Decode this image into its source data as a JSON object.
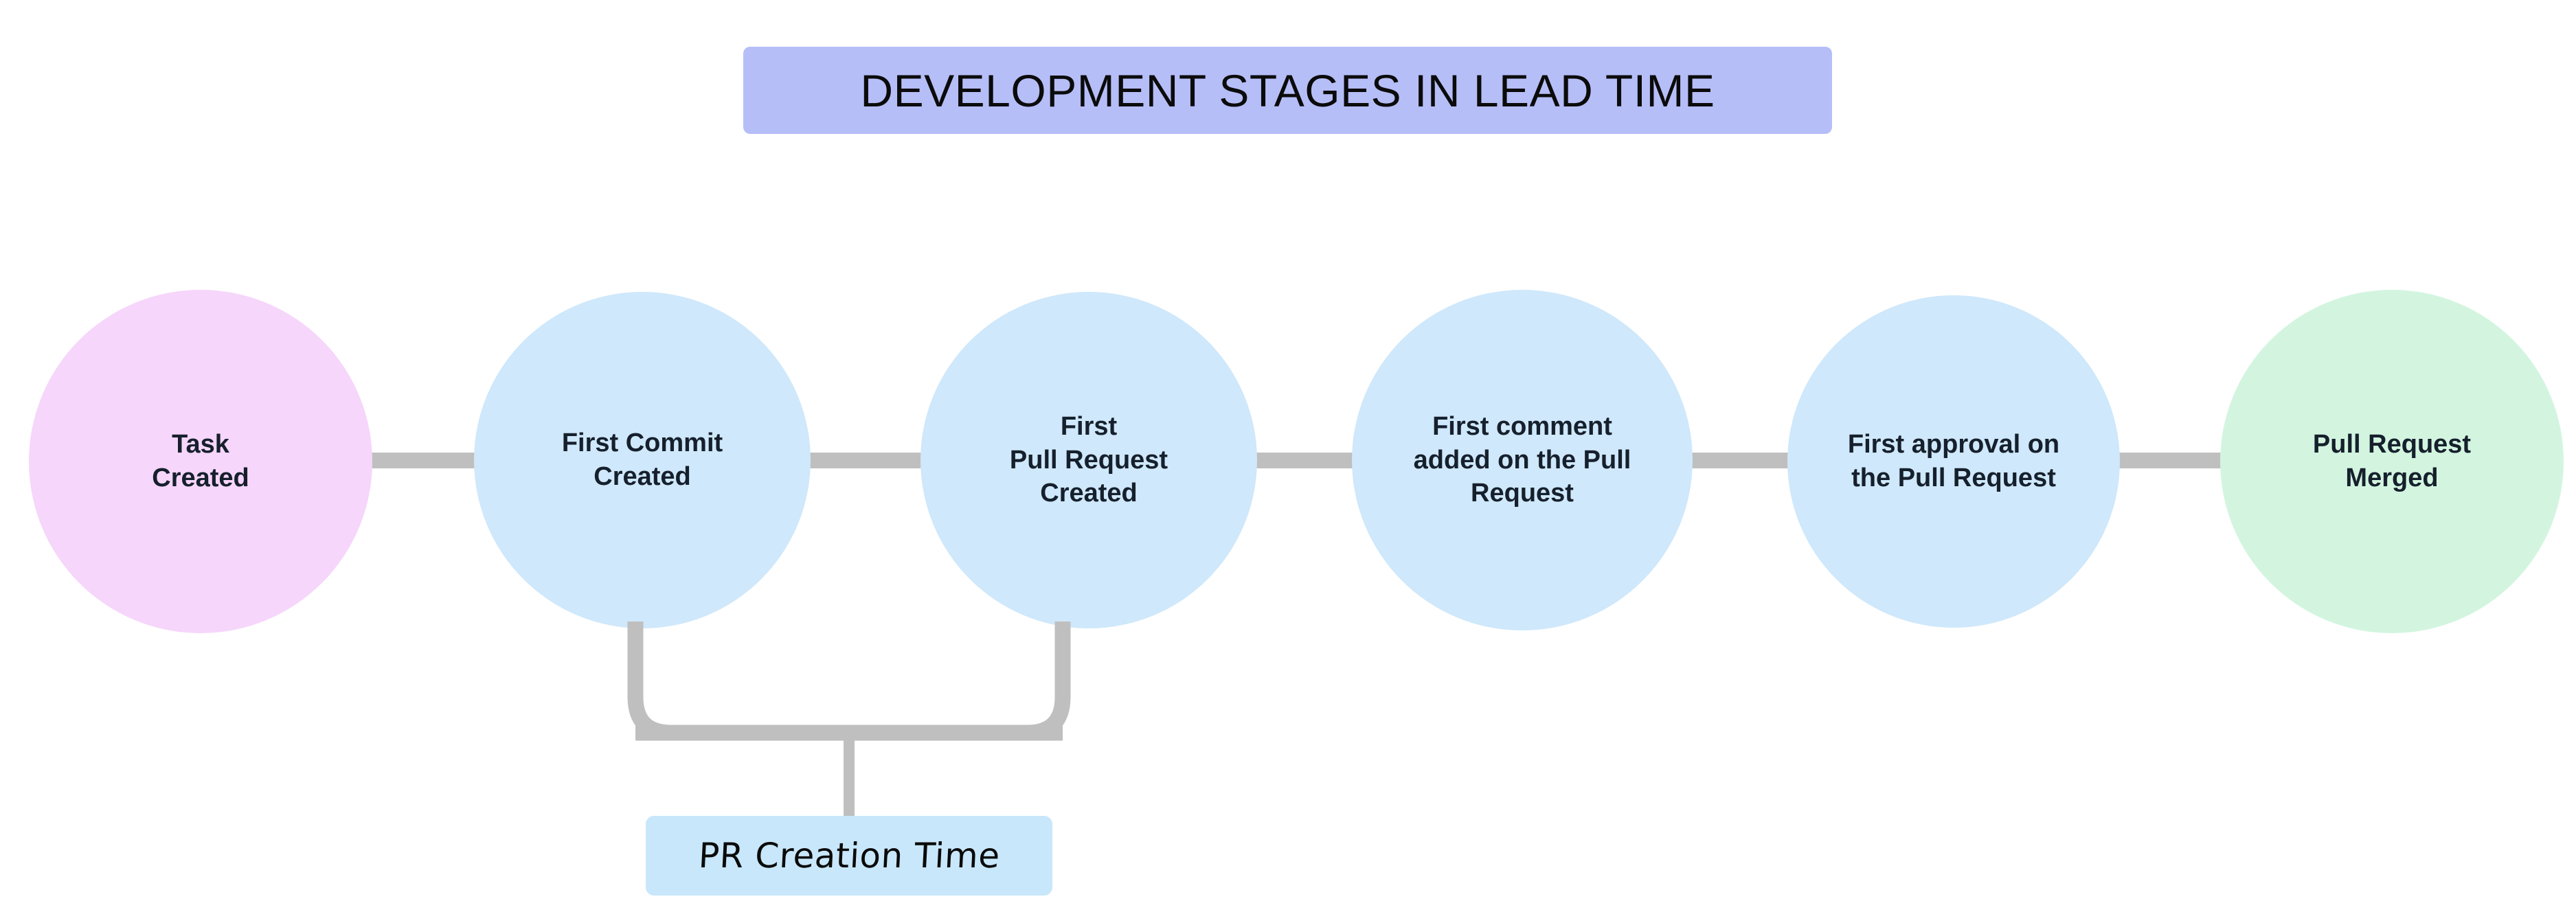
{
  "diagram": {
    "title": "DEVELOPMENT STAGES IN LEAD TIME",
    "background_color": "#FFFFFF",
    "title_banner_color": "#B6BEF8",
    "connector_color": "#BFBFBF",
    "node_text_color": "#16202C",
    "nodes": [
      {
        "id": "task-created",
        "label": "Task\nCreated",
        "shape": "circle",
        "color": "#F6D6FB"
      },
      {
        "id": "first-commit-created",
        "label": "First Commit\nCreated",
        "shape": "circle",
        "color": "#CFE8FB"
      },
      {
        "id": "first-pull-request-created",
        "label": "First\nPull Request\nCreated",
        "shape": "circle",
        "color": "#CFE8FB"
      },
      {
        "id": "first-comment-added",
        "label": "First comment\nadded on the Pull\nRequest",
        "shape": "circle",
        "color": "#CFE8FB"
      },
      {
        "id": "first-approval",
        "label": "First approval on\nthe Pull Request",
        "shape": "circle",
        "color": "#CFE8FB"
      },
      {
        "id": "pull-request-merged",
        "label": "Pull Request\nMerged",
        "shape": "circle",
        "color": "#D3F5E0"
      }
    ],
    "annotations": [
      {
        "id": "pr-creation-time",
        "label": "PR Creation Time",
        "color": "#C8E7FB",
        "spans_from": "first-commit-created",
        "spans_to": "first-pull-request-created"
      }
    ]
  }
}
